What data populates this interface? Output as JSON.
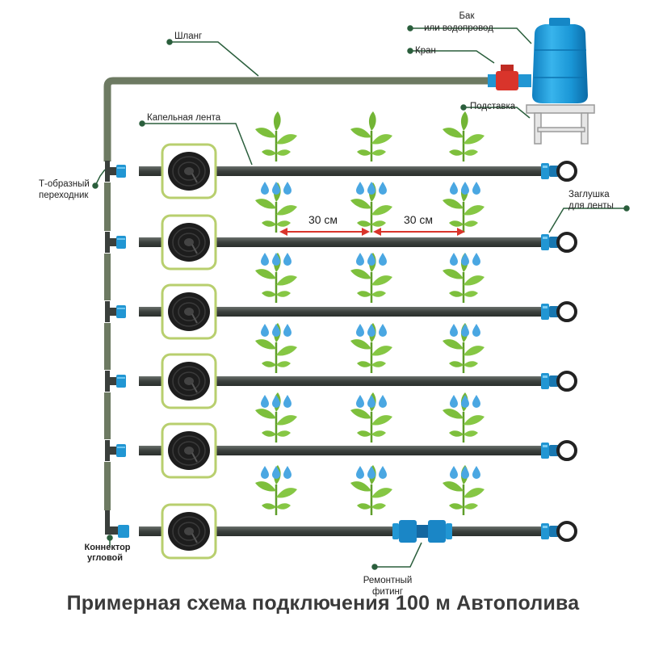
{
  "labels": {
    "hose": "Шланг",
    "tank_line1": "Бак",
    "tank_line2": "или водопровод",
    "valve": "Кран",
    "stand": "Подставка",
    "drip_tape": "Капельная лента",
    "tee_line1": "Т-образный",
    "tee_line2": "переходник",
    "plug_line1": "Заглушка",
    "plug_line2": "для ленты",
    "corner_line1": "Коннектор",
    "corner_line2": "угловой",
    "repair_line1": "Ремонтный",
    "repair_line2": "фитинг"
  },
  "distances": {
    "left": "30 см",
    "right": "30 см"
  },
  "caption": "Примерная схема подключения 100 м Автополива",
  "colors": {
    "pipe": "#4a4f4c",
    "hose": "#6d7a62",
    "fitting": "#2196d3",
    "tank": "#1ea0dc",
    "leaf": "#7dbf3c",
    "drop": "#4aa7e2",
    "reel_frame": "#b8cf6e",
    "leader": "#2a5e3c",
    "arrow": "#d9342b"
  },
  "icons": {
    "tank": "water-tank-icon",
    "valve": "valve-icon",
    "reel": "drip-tape-reel-icon",
    "plant": "seedling-icon",
    "drop": "water-drop-icon",
    "plug": "end-plug-icon"
  }
}
